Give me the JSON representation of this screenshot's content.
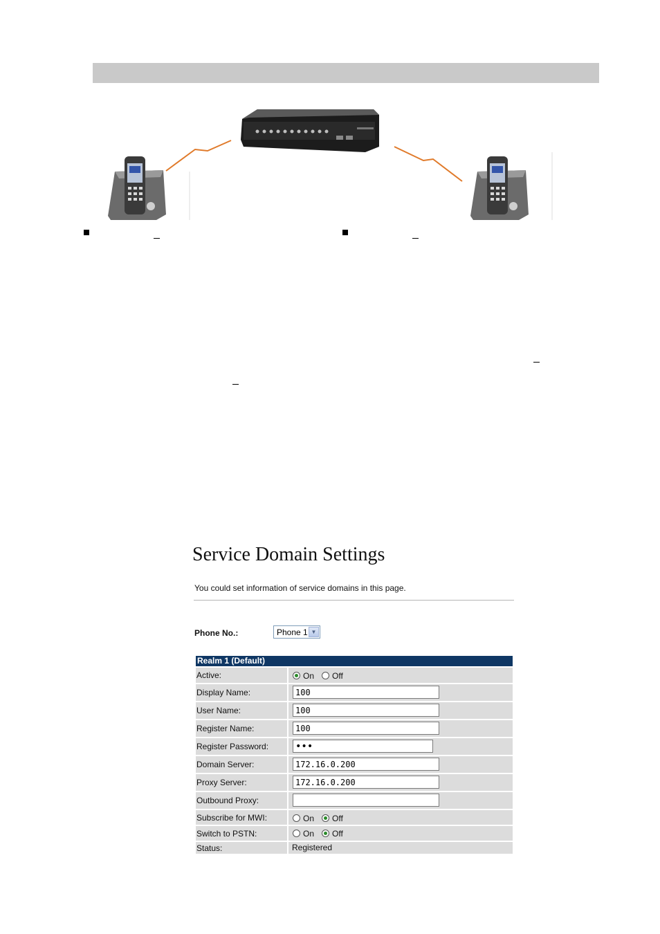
{
  "page": {
    "title": "Service Domain Settings",
    "description": "You could set information of service domains in this page."
  },
  "phone_no": {
    "label": "Phone No.:",
    "selected": "Phone 1"
  },
  "realm": {
    "header": "Realm 1 (Default)",
    "rows": {
      "active": {
        "label": "Active:",
        "on": "On",
        "off": "Off",
        "selected": "On"
      },
      "display_name": {
        "label": "Display Name:",
        "value": "100"
      },
      "user_name": {
        "label": "User Name:",
        "value": "100"
      },
      "register_name": {
        "label": "Register Name:",
        "value": "100"
      },
      "register_password": {
        "label": "Register Password:",
        "value": "•••"
      },
      "domain_server": {
        "label": "Domain Server:",
        "value": "172.16.0.200"
      },
      "proxy_server": {
        "label": "Proxy Server:",
        "value": "172.16.0.200"
      },
      "outbound_proxy": {
        "label": "Outbound Proxy:",
        "value": ""
      },
      "subscribe_mwi": {
        "label": "Subscribe for MWI:",
        "on": "On",
        "off": "Off",
        "selected": "Off"
      },
      "switch_pstn": {
        "label": "Switch to PSTN:",
        "on": "On",
        "off": "Off",
        "selected": "Off"
      },
      "status": {
        "label": "Status:",
        "value": "Registered"
      }
    }
  },
  "colors": {
    "realm_header": "#0f3764",
    "row_bg": "#dcdcdc",
    "signal_line": "#e07a2a"
  },
  "icons": [
    "ip-phone-icon",
    "voip-gateway-icon",
    "wireless-link-icon",
    "bullet-icon",
    "dropdown-arrow-icon",
    "radio-icon"
  ]
}
